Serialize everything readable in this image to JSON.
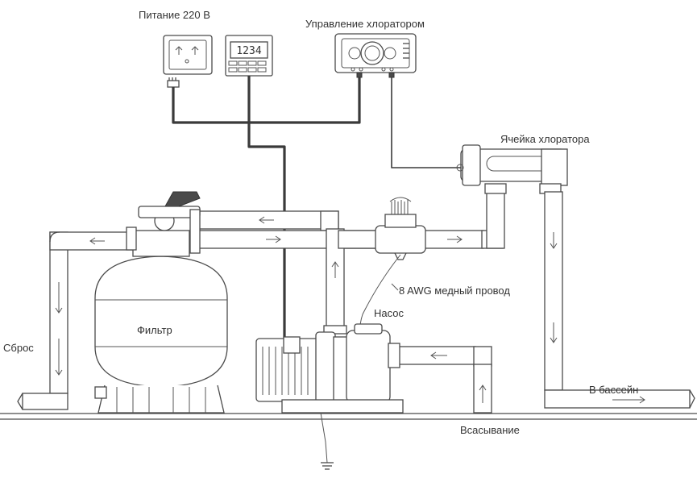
{
  "labels": {
    "power": "Питание 220 В",
    "chlorinator_control": "Управление хлоратором",
    "chlorinator_cell": "Ячейка хлоратора",
    "copper_wire": "8 AWG медный провод",
    "pump": "Насос",
    "filter": "Фильтр",
    "drain": "Сброс",
    "to_pool": "В бассейн",
    "suction": "Всасывание"
  },
  "timer_display": "1234",
  "colors": {
    "line": "#4a4a4a",
    "cable": "#3a3a3a",
    "background": "#ffffff"
  }
}
